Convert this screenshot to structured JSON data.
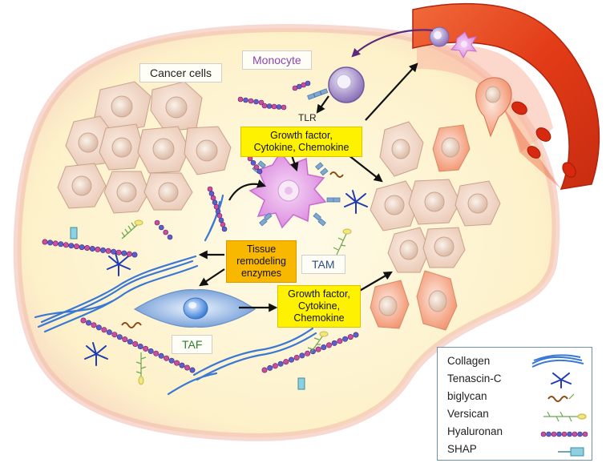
{
  "labels": {
    "cancer_cells": "Cancer cells",
    "monocyte": "Monocyte",
    "tlr": "TLR",
    "tam": "TAM",
    "taf": "TAF"
  },
  "boxes": {
    "tam_factors": [
      "Growth factor,",
      "Cytokine, Chemokine"
    ],
    "taf_factors": [
      "Growth factor,",
      "Cytokine,",
      "Chemokine"
    ],
    "remodeling": [
      "Tissue",
      "remodeling",
      "enzymes"
    ]
  },
  "legend": {
    "items": [
      "Collagen",
      "Tenascin-C",
      "biglycan",
      "Versican",
      "Hyaluronan",
      "SHAP"
    ]
  },
  "colors": {
    "tissue_fill": "#fdf3cf",
    "tissue_edge": "#f4c9c0",
    "vessel": "#e8491d",
    "cell_fill": "#f2dccb",
    "tam_fill": "#e7a6ea",
    "monocyte_fill": "#b9a5d6",
    "taf_fill": "#8bb4e6",
    "factor_box": "#fff200",
    "enzyme_box": "#f9b800",
    "collagen": "#3a78d6",
    "tenascin": "#1f3cb4",
    "hyaluronan_a": "#d04aa0",
    "hyaluronan_b": "#5a5fd0"
  }
}
